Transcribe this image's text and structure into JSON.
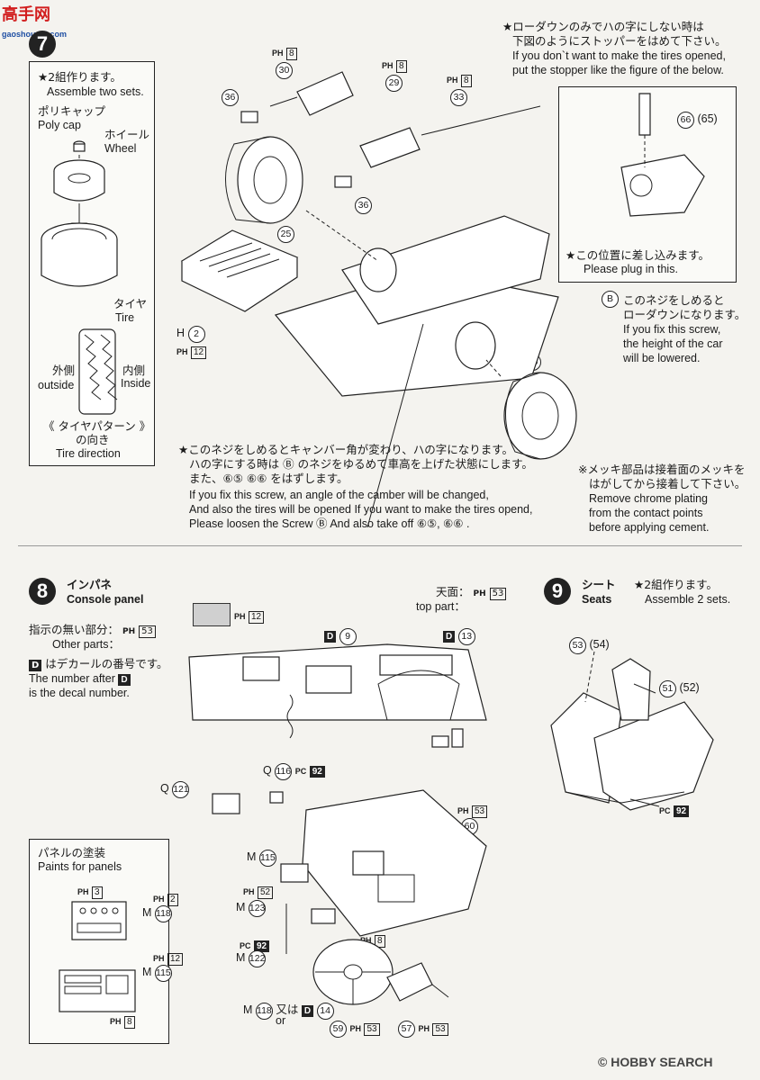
{
  "watermark_top": {
    "brand": "高手网",
    "url": "gaoshounet.com"
  },
  "watermark_bottom": {
    "brand": "HOBBY SEARCH",
    "prefix": "©"
  },
  "step7": {
    "number": "7",
    "note_two_sets_jp": "★2組作ります。",
    "note_two_sets_en": "Assemble two sets.",
    "polycap_jp": "ポリキャップ",
    "polycap_en": "Poly cap",
    "wheel_jp": "ホイール",
    "wheel_en": "Wheel",
    "tire_jp": "タイヤ",
    "tire_en": "Tire",
    "outside_jp": "外側",
    "outside_en": "outside",
    "inside_jp": "内側",
    "inside_en": "Inside",
    "tire_dir_jp1": "タイヤパターン",
    "tire_dir_jp2": "の向き",
    "tire_dir_en": "Tire direction",
    "lowdown_jp1": "★ローダウンのみでハの字にしない時は",
    "lowdown_jp2": "下図のようにストッパーをはめて下さい。",
    "lowdown_en1": "If you don`t want to make the tires opened,",
    "lowdown_en2": "put the stopper like the figure of the below.",
    "plug_jp": "★この位置に差し込みます。",
    "plug_en": "Please plug in this.",
    "screwB_jp1": "このネジをしめると",
    "screwB_jp2": "ローダウンになります。",
    "screwB_en1": "If you fix this screw,",
    "screwB_en2": "the height of the car",
    "screwB_en3": "will be lowered.",
    "camber_jp1": "★このネジをしめるとキャンバー角が変わり、ハの字になります。",
    "camber_jp2": "ハの字にする時は Ⓑ のネジをゆるめて車高を上げた状態にします。",
    "camber_jp3": "また、⑥⑤ ⑥⑥ をはずします。",
    "camber_en1": "If you fix this screw, an angle of the camber will be changed,",
    "camber_en2": "And also the tires will be opened If you want to make the tires opend,",
    "camber_en3": "Please loosen the  Screw Ⓑ And also take off ⑥⑤, ⑥⑥ .",
    "chrome_jp1": "※メッキ部品は接着面のメッキを",
    "chrome_jp2": "はがしてから接着して下さい。",
    "chrome_en1": "Remove chrome plating",
    "chrome_en2": "from the contact points",
    "chrome_en3": "before applying cement.",
    "parts": {
      "p30": "30",
      "p29": "29",
      "p33": "33",
      "p36a": "36",
      "p36b": "36",
      "p25a": "25",
      "p25b": "25",
      "p66": "66",
      "p65": "(65)",
      "h2_prefix": "H",
      "h2": "2",
      "B": "B",
      "ph8a": "8",
      "ph8b": "8",
      "ph8c": "8",
      "ph12": "12",
      "ph_prefix": "PH"
    }
  },
  "step8": {
    "number": "8",
    "title_jp": "インパネ",
    "title_en": "Console panel",
    "other_jp": "指示の無い部分：",
    "other_en": "Other parts：",
    "other_code": "53",
    "decal_jp": "はデカールの番号です。",
    "decal_en1": "The number after",
    "decal_en2": "is the decal number.",
    "decal_letter": "D",
    "swatch_code": "12",
    "top_jp": "天面：",
    "top_en": "top part：",
    "top_code": "53",
    "d9": "9",
    "d13": "13",
    "d14": "14",
    "paints_jp": "パネルの塗装",
    "paints_en": "Paints for panels",
    "labels": {
      "q121": "121",
      "q116": "116",
      "pc92": "92",
      "ph53": "53",
      "p60": "60",
      "m115": "115",
      "ph52": "52",
      "m123": "123",
      "ph8": "8",
      "m122": "122",
      "m118": "118",
      "or_jp": "又は",
      "or_en": "or",
      "p59": "59",
      "p57": "57",
      "ph3": "3",
      "ph2": "2",
      "ph12": "12",
      "ph8b": "8"
    }
  },
  "step9": {
    "number": "9",
    "title_jp": "シート",
    "title_en": "Seats",
    "note_jp": "★2組作ります。",
    "note_en": "Assemble 2 sets.",
    "p53": "53",
    "p54": "(54)",
    "p51": "51",
    "p52": "(52)",
    "pc92": "92"
  },
  "colors": {
    "ink": "#1a1a1a",
    "paper": "#f4f3ef",
    "swatch": "#d0d0d0",
    "watermark_red": "#d21e1e",
    "watermark_blue": "#1f4fa3"
  },
  "icons": [
    "star-icon",
    "tire-icon",
    "wheel-icon",
    "polycap-icon",
    "muffler-icon",
    "chassis-icon",
    "dashboard-icon",
    "steering-wheel-icon",
    "seat-icon"
  ]
}
